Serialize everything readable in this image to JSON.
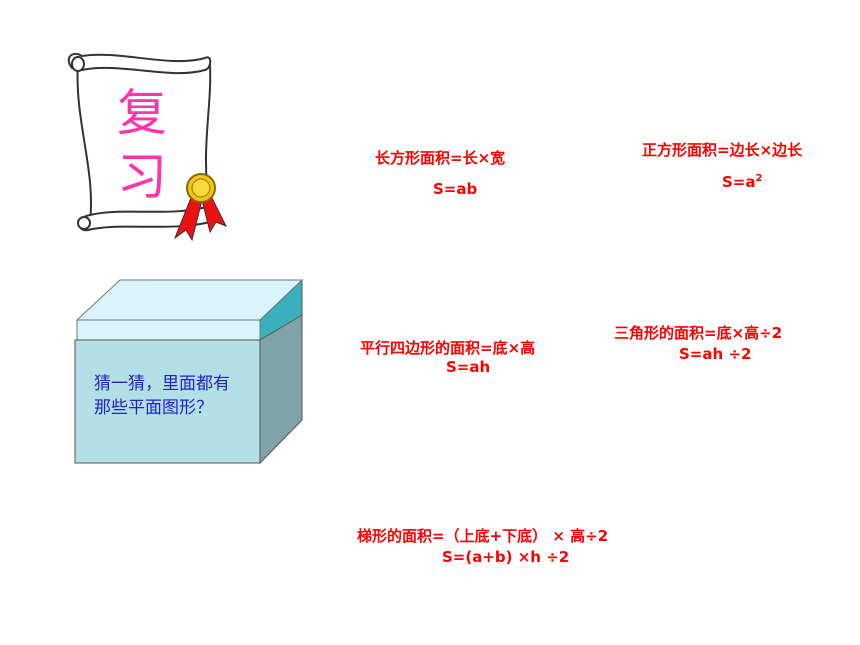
{
  "scroll": {
    "title_line1": "复",
    "title_line2": "习"
  },
  "box": {
    "text": "猜一猜，里面都有那些平面图形？"
  },
  "formulas": {
    "rectangle": {
      "name": "长方形面积=长×宽",
      "expr": "S=ab"
    },
    "square": {
      "name": "正方形面积=边长×边长",
      "expr_base": "S=a",
      "expr_sup": "2"
    },
    "parallelogram": {
      "name": "平行四边形的面积=底×高",
      "expr": "S=ah"
    },
    "triangle": {
      "name": "三角形的面积=底×高÷2",
      "expr": "S=ah ÷2"
    },
    "trapezoid": {
      "name": "梯形的面积=（上底+下底） × 高÷2",
      "expr": "S=(a+b) ×h ÷2"
    }
  },
  "colors": {
    "formula": "#ff0000",
    "title": "#ff33aa",
    "box_text": "#2222cc",
    "box_front": "#b3dfe6",
    "box_side": "#7fa3a8",
    "box_top": "#d8f4fa",
    "box_top_edge": "#3ab0bf"
  }
}
